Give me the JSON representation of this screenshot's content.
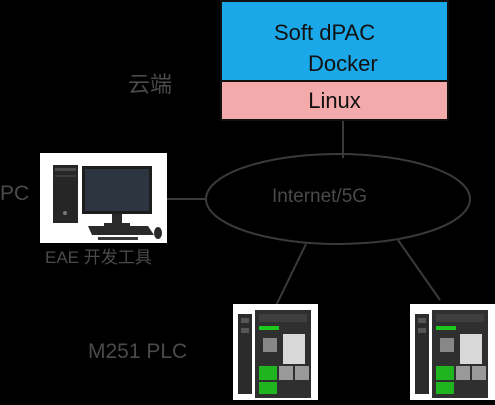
{
  "cloud": {
    "label": "云端",
    "runtime_line1": "Soft dPAC",
    "runtime_line2": "Docker",
    "os": "Linux",
    "colors": {
      "runtime_bg": "#1aa8e8",
      "os_bg": "#f2aaaa"
    }
  },
  "network": {
    "label": "Internet/5G"
  },
  "pc": {
    "side_label": "PC",
    "tool_label": "EAE 开发工具"
  },
  "plc": {
    "label": "M251 PLC"
  }
}
